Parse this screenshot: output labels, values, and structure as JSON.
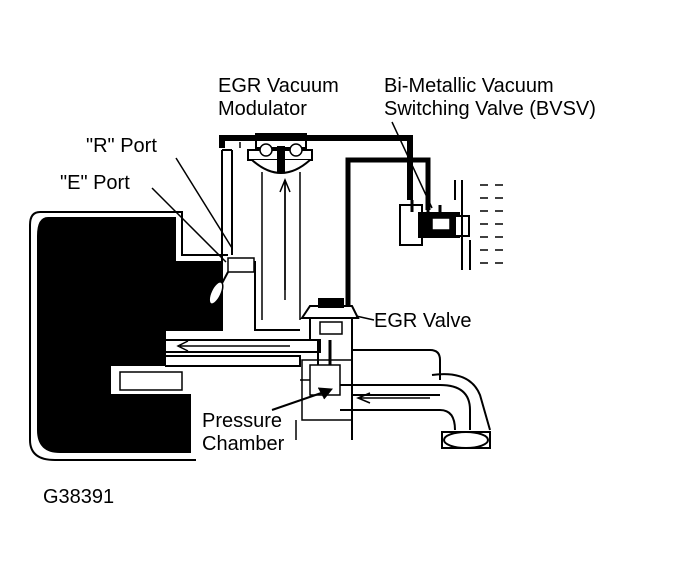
{
  "labels": {
    "egr_vacuum_modulator_line1": "EGR Vacuum",
    "egr_vacuum_modulator_line2": "Modulator",
    "bvsv_line1": "Bi-Metallic Vacuum",
    "bvsv_line2": "Switching Valve (BVSV)",
    "r_port": "\"R\" Port",
    "e_port": "\"E\" Port",
    "egr_valve": "EGR Valve",
    "pressure_chamber_line1": "Pressure",
    "pressure_chamber_line2": "Chamber",
    "figure_id": "G38391"
  },
  "colors": {
    "ink": "#000000",
    "paper": "#ffffff"
  }
}
